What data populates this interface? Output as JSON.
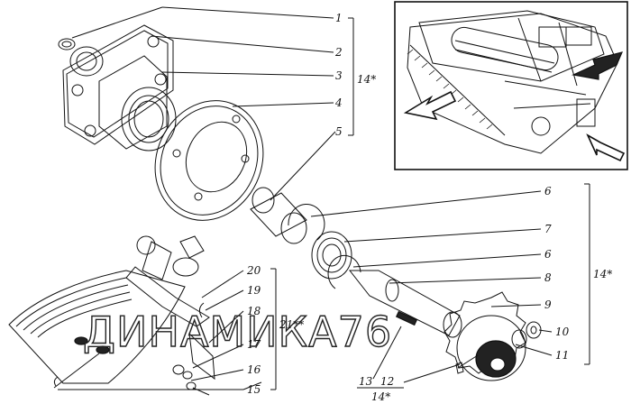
{
  "diagram": {
    "callouts": [
      {
        "id": "c1",
        "text": "1"
      },
      {
        "id": "c2",
        "text": "2"
      },
      {
        "id": "c3",
        "text": "3"
      },
      {
        "id": "c4",
        "text": "4"
      },
      {
        "id": "c5",
        "text": "5"
      },
      {
        "id": "c6a",
        "text": "6"
      },
      {
        "id": "c7",
        "text": "7"
      },
      {
        "id": "c6b",
        "text": "6"
      },
      {
        "id": "c8",
        "text": "8"
      },
      {
        "id": "c9",
        "text": "9"
      },
      {
        "id": "c10",
        "text": "10"
      },
      {
        "id": "c11",
        "text": "11"
      },
      {
        "id": "c12",
        "text": "12"
      },
      {
        "id": "c13",
        "text": "13"
      },
      {
        "id": "c15",
        "text": "15"
      },
      {
        "id": "c16",
        "text": "16"
      },
      {
        "id": "c17",
        "text": "17"
      },
      {
        "id": "c18",
        "text": "18"
      },
      {
        "id": "c19",
        "text": "19"
      },
      {
        "id": "c20",
        "text": "20"
      }
    ],
    "groups": {
      "top_assembly": "14*",
      "shaft_assembly": "14*",
      "bottom_assembly": "14*",
      "fork_assembly": "21**"
    },
    "watermark": "ДИНАМИКА76"
  }
}
